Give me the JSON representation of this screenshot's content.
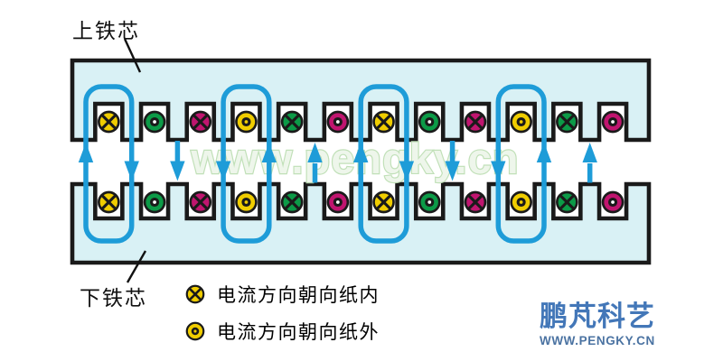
{
  "labels": {
    "top_core": "上铁芯",
    "bottom_core": "下铁芯"
  },
  "legend": {
    "items": [
      {
        "symbol": "current-into-page",
        "color": "yellow",
        "text": "电流方向朝向纸内"
      },
      {
        "symbol": "current-out-of-page",
        "color": "yellow",
        "text": "电流方向朝向纸外"
      }
    ]
  },
  "watermark": {
    "text": "www.pengky.cn"
  },
  "logo": {
    "title": "鹏芃科艺",
    "url": "WWW.PENGKY.CN"
  },
  "colors": {
    "outline": "#1a1a1a",
    "core_fill": "#d9f1f5",
    "flux_blue": "#1e9cd8",
    "watermark_green": "#bedfb5",
    "logo_blue": "#4377b8"
  },
  "diagram": {
    "palette": {
      "yellow": {
        "fill": "#f0cd00",
        "dot": "#f0cd00"
      },
      "green": {
        "fill": "#0c9a47",
        "dot": "#ffffff"
      },
      "magenta": {
        "fill": "#c0156f",
        "dot": "#ffffff"
      }
    },
    "slots_top": [
      "yellow-in",
      "green-out",
      "magenta-in",
      "yellow-out",
      "green-in",
      "magenta-out",
      "yellow-in",
      "green-out",
      "magenta-in",
      "yellow-out",
      "green-in",
      "magenta-out"
    ],
    "slots_bottom": [
      "yellow-in",
      "green-out",
      "magenta-in",
      "yellow-out",
      "green-in",
      "magenta-out",
      "yellow-in",
      "green-out",
      "magenta-in",
      "yellow-out",
      "green-in",
      "magenta-out"
    ],
    "gap_arrows": [
      "up",
      "down",
      "down",
      "down",
      "up",
      "up",
      "up",
      "down",
      "down",
      "down",
      "up",
      "up"
    ],
    "flux_loops_at_slots": [
      0,
      3,
      6,
      9
    ]
  }
}
